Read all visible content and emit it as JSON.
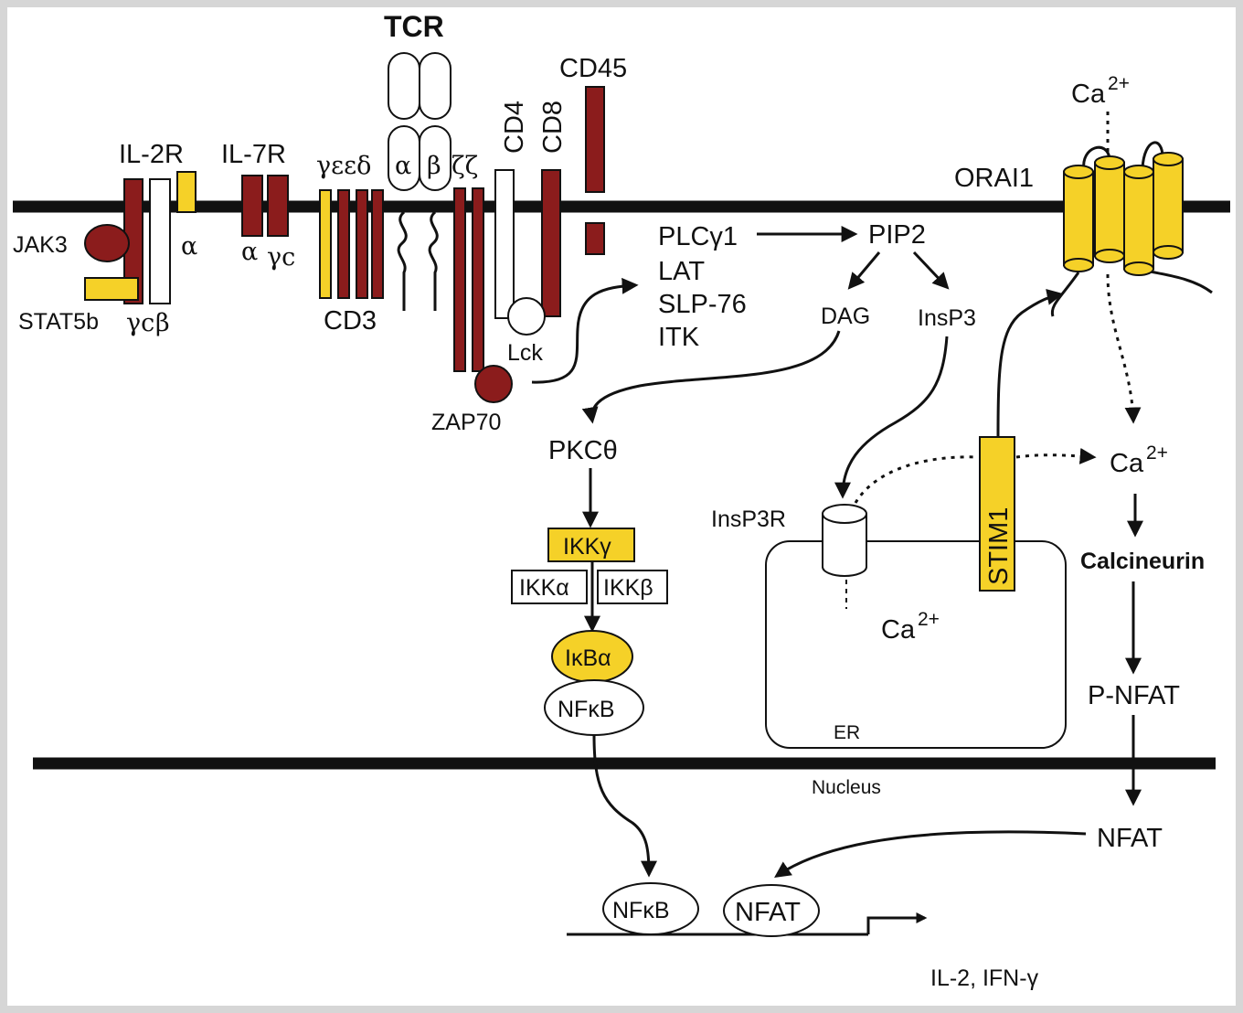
{
  "colors": {
    "maroon": "#8b1c1c",
    "gold": "#f5d128",
    "line": "#111111",
    "frame": "#d6d6d6"
  },
  "receptors": {
    "tcr": "TCR",
    "tcr_alpha": "α",
    "tcr_beta": "β",
    "zeta_chains": "ζζ",
    "cd3_chains": "γεεδ",
    "cd3": "CD3",
    "il2r": "IL-2R",
    "il2r_alpha": "α",
    "il2r_beta": "β",
    "il2r_gamma": "γc",
    "il7r": "IL-7R",
    "il7r_alpha": "α",
    "il7r_gamma": "γc",
    "jak3": "JAK3",
    "stat5b": "STAT5b",
    "cd4": "CD4",
    "cd8": "CD8",
    "cd45": "CD45",
    "lck": "Lck",
    "zap70": "ZAP70",
    "orai1": "ORAI1"
  },
  "signaling": {
    "plcg1": "PLCγ1",
    "lat": "LAT",
    "slp76": "SLP-76",
    "itk": "ITK",
    "pip2": "PIP2",
    "dag": "DAG",
    "insp3": "InsP3",
    "pkctheta": "PKCθ",
    "ikkg": "IKKγ",
    "ikka": "IKKα",
    "ikkb": "IKKβ",
    "ikba": "IκBα",
    "nfkb": "NFκB",
    "insp3r": "InsP3R",
    "stim1": "STIM1",
    "er": "ER",
    "calcineurin": "Calcineurin",
    "pnfat": "P-NFAT",
    "nfat": "NFAT",
    "nucleus": "Nucleus",
    "gene_output": "IL-2, IFN-γ",
    "ca_ion": "Ca",
    "ca_charge": "2+",
    "nfkb_nuclear": "NFκB",
    "nfat_nuclear": "NFAT"
  }
}
